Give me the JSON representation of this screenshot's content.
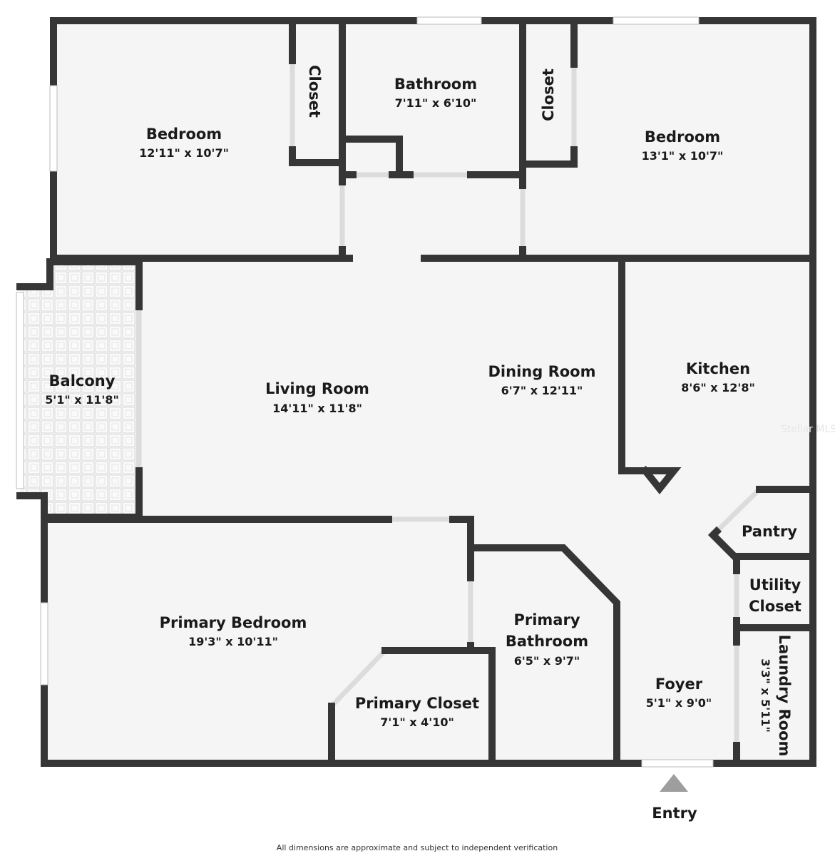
{
  "rooms": {
    "bedroom_1": {
      "name": "Bedroom",
      "dim": "12'11\" x 10'7\""
    },
    "closet_1": {
      "name": "Closet"
    },
    "bathroom": {
      "name": "Bathroom",
      "dim": "7'11\" x 6'10\""
    },
    "closet_2": {
      "name": "Closet"
    },
    "bedroom_2": {
      "name": "Bedroom",
      "dim": "13'1\" x 10'7\""
    },
    "balcony": {
      "name": "Balcony",
      "dim": "5'1\" x 11'8\""
    },
    "living_room": {
      "name": "Living Room",
      "dim": "14'11\" x 11'8\""
    },
    "dining_room": {
      "name": "Dining Room",
      "dim": "6'7\" x 12'11\""
    },
    "kitchen": {
      "name": "Kitchen",
      "dim": "8'6\" x 12'8\""
    },
    "pantry": {
      "name": "Pantry"
    },
    "utility_closet": {
      "name_line1": "Utility",
      "name_line2": "Closet"
    },
    "laundry_room": {
      "name": "Laundry Room",
      "dim": "3'3\" x 5'11\""
    },
    "primary_bedroom": {
      "name": "Primary Bedroom",
      "dim": "19'3\" x 10'11\""
    },
    "primary_bathroom": {
      "name_line1": "Primary",
      "name_line2": "Bathroom",
      "dim": "6'5\" x 9'7\""
    },
    "primary_closet": {
      "name": "Primary Closet",
      "dim": "7'1\" x 4'10\""
    },
    "foyer": {
      "name": "Foyer",
      "dim": "5'1\" x 9'0\""
    }
  },
  "entry_label": "Entry",
  "watermark": "Stellar MLS",
  "disclaimer": "All dimensions are approximate and subject to independent verification",
  "colors": {
    "wall": "#363636",
    "floor": "#f5f5f5",
    "opening": "#dcdcdc"
  }
}
